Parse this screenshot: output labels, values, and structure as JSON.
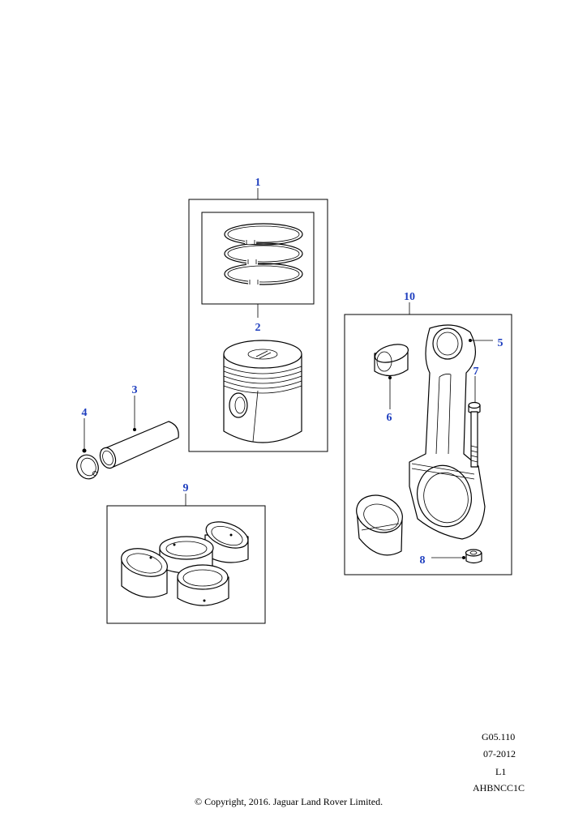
{
  "callouts": {
    "c1": "1",
    "c2": "2",
    "c3": "3",
    "c4": "4",
    "c5": "5",
    "c6": "6",
    "c7": "7",
    "c8": "8",
    "c9": "9",
    "c10": "10"
  },
  "footer": {
    "ref": "G05.110",
    "date": "07-2012",
    "level": "L1",
    "code": "AHBNCC1C",
    "copyright": "© Copyright, 2016. Jaguar Land Rover Limited."
  },
  "colors": {
    "callout": "#1f3fbf",
    "line": "#000000",
    "background": "#ffffff"
  }
}
